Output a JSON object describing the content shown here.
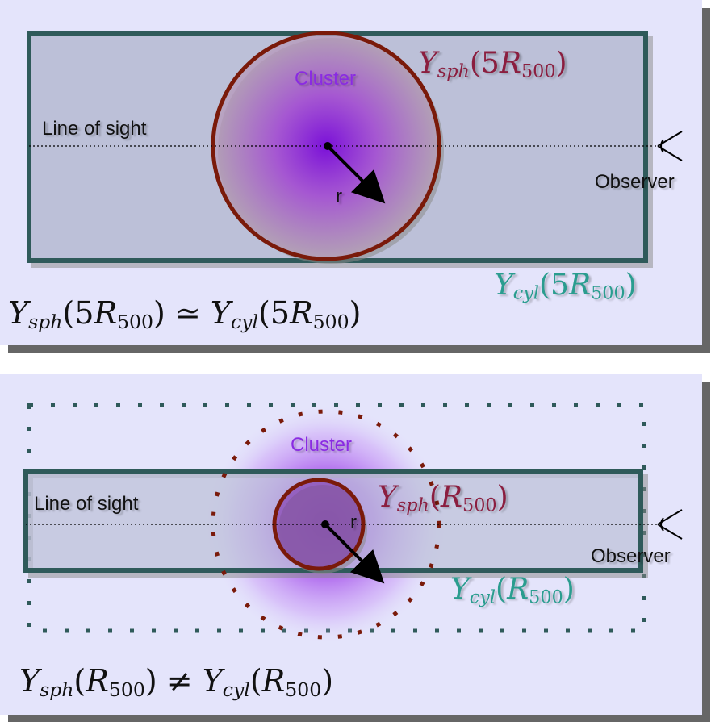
{
  "panels": [
    {
      "cluster_label": "Cluster",
      "line_of_sight_label": "Line of sight",
      "radius_label": "r",
      "observer_label": "Observer",
      "sphere_label": {
        "sym": "Y",
        "sub": "sph",
        "arg_pre": "(5",
        "arg_sym": "R",
        "arg_sub": "500",
        "arg_post": ")"
      },
      "cylinder_label": {
        "sym": "Y",
        "sub": "cyl",
        "arg_pre": "(5",
        "arg_sym": "R",
        "arg_sub": "500",
        "arg_post": ")"
      },
      "equation": {
        "lhs_pre": "(5",
        "relation": "≃",
        "rhs_pre": "(5",
        "sym_y": "Y",
        "sub_sph": "sph",
        "sub_cyl": "cyl",
        "sym_r": "R",
        "sub_500": "500",
        "close": ")"
      }
    },
    {
      "cluster_label": "Cluster",
      "line_of_sight_label": "Line of sight",
      "radius_label": "r",
      "observer_label": "Observer",
      "sphere_label": {
        "sym": "Y",
        "sub": "sph",
        "arg_pre": "(",
        "arg_sym": "R",
        "arg_sub": "500",
        "arg_post": ")"
      },
      "cylinder_label": {
        "sym": "Y",
        "sub": "cyl",
        "arg_pre": "(",
        "arg_sym": "R",
        "arg_sub": "500",
        "arg_post": ")"
      },
      "equation": {
        "lhs_pre": "(",
        "relation": "≠",
        "rhs_pre": "(",
        "sym_y": "Y",
        "sub_sph": "sph",
        "sub_cyl": "cyl",
        "sym_r": "R",
        "sub_500": "500",
        "close": ")"
      }
    }
  ],
  "colors": {
    "panel_bg": "#e4e4fb",
    "cylinder_fill": "#bcc0d8",
    "cylinder_stroke": "#2f5a5a",
    "sphere_stroke": "#7a1a0a",
    "cluster_core": "#7a10d8",
    "maroon_text": "#8b1e3f",
    "teal_text": "#2a9d8f"
  }
}
